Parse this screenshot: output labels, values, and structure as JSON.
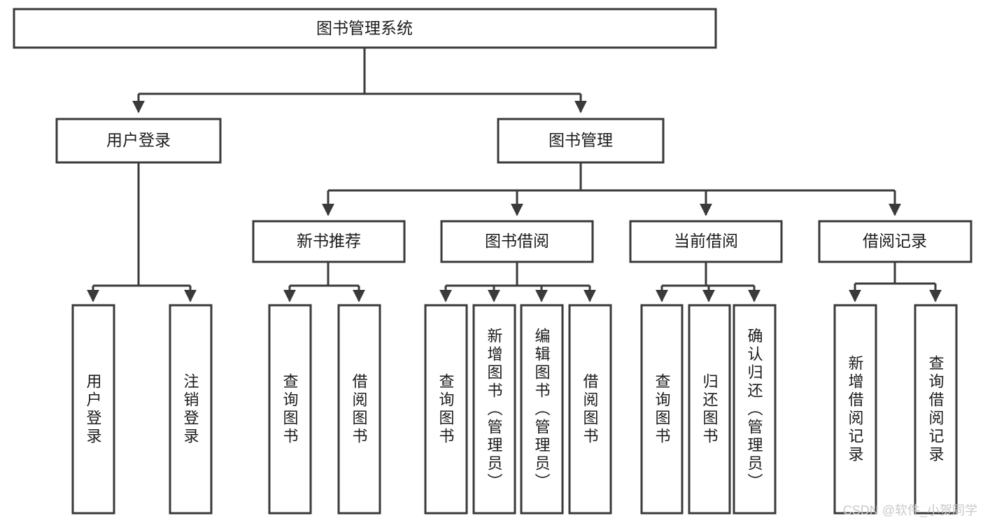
{
  "diagram": {
    "type": "tree",
    "title_node": "图书管理系统",
    "colors": {
      "box_stroke": "#3a3a3a",
      "box_fill": "#ffffff",
      "connector": "#3a3a3a",
      "text": "#1c1c1c",
      "watermark": "#c9c9c9",
      "background": "#ffffff"
    },
    "levels": {
      "root": {
        "label": "图书管理系统"
      },
      "level2": [
        {
          "label": "用户登录"
        },
        {
          "label": "图书管理"
        }
      ],
      "level3": [
        {
          "label": "新书推荐"
        },
        {
          "label": "图书借阅"
        },
        {
          "label": "当前借阅"
        },
        {
          "label": "借阅记录"
        }
      ],
      "leaves": {
        "user_login": [
          {
            "label": "用户登录"
          },
          {
            "label": "注销登录"
          }
        ],
        "new_book_recommend": [
          {
            "label": "查询图书"
          },
          {
            "label": "借阅图书"
          }
        ],
        "book_borrow": [
          {
            "label": "查询图书"
          },
          {
            "label": "新增图书（管理员）"
          },
          {
            "label": "编辑图书（管理员）"
          },
          {
            "label": "借阅图书"
          }
        ],
        "current_borrow": [
          {
            "label": "查询图书"
          },
          {
            "label": "归还图书"
          },
          {
            "label": "确认归还（管理员）"
          }
        ],
        "borrow_record": [
          {
            "label": "新增借阅记录"
          },
          {
            "label": "查询借阅记录"
          }
        ]
      }
    }
  },
  "watermark": {
    "text": "CSDN @软件_小贺同学"
  }
}
